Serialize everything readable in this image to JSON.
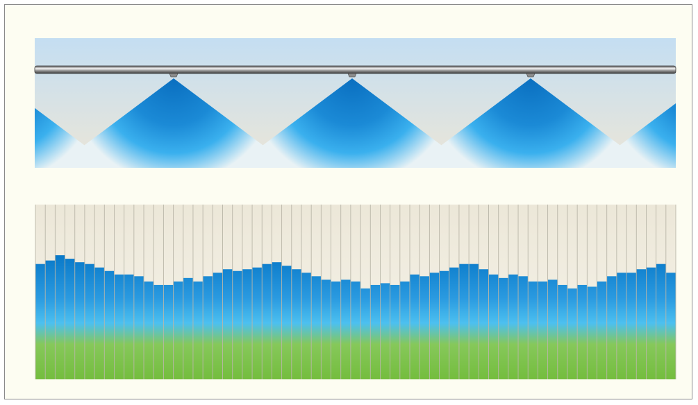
{
  "diagram": {
    "nozzle_count": 3,
    "colors": {
      "sky_top": "#c4def2",
      "sky_bottom": "#ece6d7",
      "spray_core": "#0a6fc0",
      "spray_mid": "#3ab0ee",
      "spray_edge": "#e9f2f5",
      "boom_pipe": "#6f6f6f",
      "beaker_empty": "#ede8d9",
      "water_top": "#0878c8",
      "water_mid": "#4cc0f0",
      "ground_green": "#7ac144",
      "frame_bg": "#fdfdf2"
    }
  },
  "collector_levels": [
    0.66,
    0.68,
    0.71,
    0.69,
    0.67,
    0.66,
    0.64,
    0.62,
    0.6,
    0.6,
    0.59,
    0.56,
    0.54,
    0.54,
    0.56,
    0.58,
    0.56,
    0.59,
    0.61,
    0.63,
    0.62,
    0.63,
    0.64,
    0.66,
    0.67,
    0.65,
    0.63,
    0.61,
    0.59,
    0.57,
    0.56,
    0.57,
    0.56,
    0.52,
    0.54,
    0.55,
    0.54,
    0.56,
    0.6,
    0.59,
    0.61,
    0.62,
    0.64,
    0.66,
    0.66,
    0.63,
    0.6,
    0.58,
    0.6,
    0.59,
    0.56,
    0.56,
    0.57,
    0.54,
    0.52,
    0.54,
    0.53,
    0.56,
    0.59,
    0.61,
    0.61,
    0.63,
    0.64,
    0.66,
    0.61
  ]
}
